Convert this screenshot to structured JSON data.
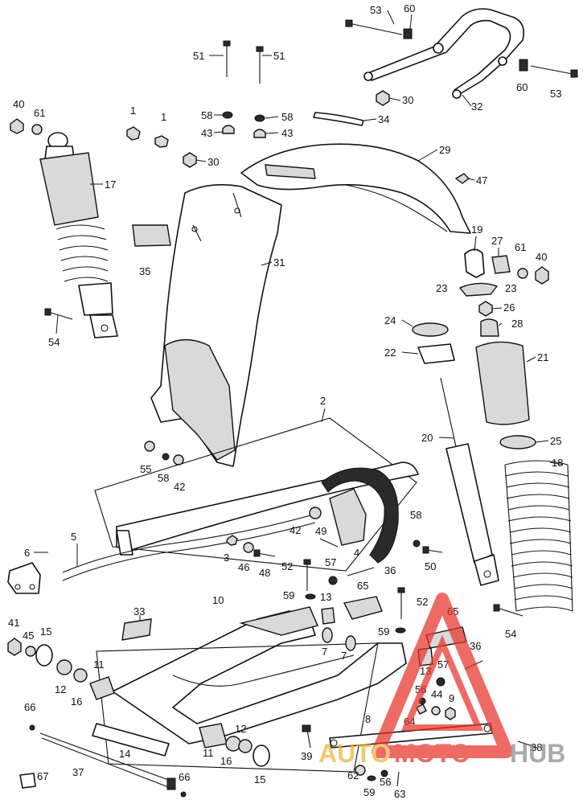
{
  "callouts": [
    {
      "id": "c53a",
      "label": "53"
    },
    {
      "id": "c60a",
      "label": "60"
    },
    {
      "id": "c51a",
      "label": "51"
    },
    {
      "id": "c51b",
      "label": "51"
    },
    {
      "id": "c40a",
      "label": "40"
    },
    {
      "id": "c61a",
      "label": "61"
    },
    {
      "id": "c1a",
      "label": "1"
    },
    {
      "id": "c1b",
      "label": "1"
    },
    {
      "id": "c58a",
      "label": "58"
    },
    {
      "id": "c58b",
      "label": "58"
    },
    {
      "id": "c43a",
      "label": "43"
    },
    {
      "id": "c43b",
      "label": "43"
    },
    {
      "id": "c30a",
      "label": "30"
    },
    {
      "id": "c30b",
      "label": "30"
    },
    {
      "id": "c34",
      "label": "34"
    },
    {
      "id": "c60b",
      "label": "60"
    },
    {
      "id": "c53b",
      "label": "53"
    },
    {
      "id": "c32",
      "label": "32"
    },
    {
      "id": "c17",
      "label": "17"
    },
    {
      "id": "c29",
      "label": "29"
    },
    {
      "id": "c47",
      "label": "47"
    },
    {
      "id": "c35",
      "label": "35"
    },
    {
      "id": "c31",
      "label": "31"
    },
    {
      "id": "c19",
      "label": "19"
    },
    {
      "id": "c27",
      "label": "27"
    },
    {
      "id": "c61b",
      "label": "61"
    },
    {
      "id": "c40b",
      "label": "40"
    },
    {
      "id": "c23a",
      "label": "23"
    },
    {
      "id": "c23b",
      "label": "23"
    },
    {
      "id": "c26",
      "label": "26"
    },
    {
      "id": "c28",
      "label": "28"
    },
    {
      "id": "c54a",
      "label": "54"
    },
    {
      "id": "c24",
      "label": "24"
    },
    {
      "id": "c22",
      "label": "22"
    },
    {
      "id": "c21",
      "label": "21"
    },
    {
      "id": "c2",
      "label": "2"
    },
    {
      "id": "c20",
      "label": "20"
    },
    {
      "id": "c25",
      "label": "25"
    },
    {
      "id": "c18",
      "label": "18"
    },
    {
      "id": "c55a",
      "label": "55"
    },
    {
      "id": "c58c",
      "label": "58"
    },
    {
      "id": "c42a",
      "label": "42"
    },
    {
      "id": "c5",
      "label": "5"
    },
    {
      "id": "c42b",
      "label": "42"
    },
    {
      "id": "c49",
      "label": "49"
    },
    {
      "id": "c58d",
      "label": "58"
    },
    {
      "id": "c6",
      "label": "6"
    },
    {
      "id": "c3",
      "label": "3"
    },
    {
      "id": "c46",
      "label": "46"
    },
    {
      "id": "c48",
      "label": "48"
    },
    {
      "id": "c4",
      "label": "4"
    },
    {
      "id": "c50",
      "label": "50"
    },
    {
      "id": "c52a",
      "label": "52"
    },
    {
      "id": "c57a",
      "label": "57"
    },
    {
      "id": "c36a",
      "label": "36"
    },
    {
      "id": "c65a",
      "label": "65"
    },
    {
      "id": "c10",
      "label": "10"
    },
    {
      "id": "c59a",
      "label": "59"
    },
    {
      "id": "c13a",
      "label": "13"
    },
    {
      "id": "c52b",
      "label": "52"
    },
    {
      "id": "c33",
      "label": "33"
    },
    {
      "id": "c65b",
      "label": "65"
    },
    {
      "id": "c54b",
      "label": "54"
    },
    {
      "id": "c41",
      "label": "41"
    },
    {
      "id": "c45",
      "label": "45"
    },
    {
      "id": "c15a",
      "label": "15"
    },
    {
      "id": "c59b",
      "label": "59"
    },
    {
      "id": "c7a",
      "label": "7"
    },
    {
      "id": "c7b",
      "label": "7"
    },
    {
      "id": "c36b",
      "label": "36"
    },
    {
      "id": "c11a",
      "label": "11"
    },
    {
      "id": "c13b",
      "label": "13"
    },
    {
      "id": "c57b",
      "label": "57"
    },
    {
      "id": "c12a",
      "label": "12"
    },
    {
      "id": "c16a",
      "label": "16"
    },
    {
      "id": "c56a",
      "label": "56"
    },
    {
      "id": "c44",
      "label": "44"
    },
    {
      "id": "c9",
      "label": "9"
    },
    {
      "id": "c66a",
      "label": "66"
    },
    {
      "id": "c64",
      "label": "64"
    },
    {
      "id": "c8",
      "label": "8"
    },
    {
      "id": "c14",
      "label": "14"
    },
    {
      "id": "c12b",
      "label": "12"
    },
    {
      "id": "c39",
      "label": "39"
    },
    {
      "id": "c38",
      "label": "38"
    },
    {
      "id": "c11b",
      "label": "11"
    },
    {
      "id": "c16b",
      "label": "16"
    },
    {
      "id": "c15b",
      "label": "15"
    },
    {
      "id": "c37",
      "label": "37"
    },
    {
      "id": "c62",
      "label": "62"
    },
    {
      "id": "c56b",
      "label": "56"
    },
    {
      "id": "c67",
      "label": "67"
    },
    {
      "id": "c66b",
      "label": "66"
    },
    {
      "id": "c59c",
      "label": "59"
    },
    {
      "id": "c63",
      "label": "63"
    }
  ],
  "watermark": {
    "part1": "AUTO",
    "part2": "MOTO",
    "part3": "HUB",
    "colors": {
      "accent": "#e8332b",
      "gold": "#f0b43c",
      "gray": "#8a8a8a"
    }
  }
}
